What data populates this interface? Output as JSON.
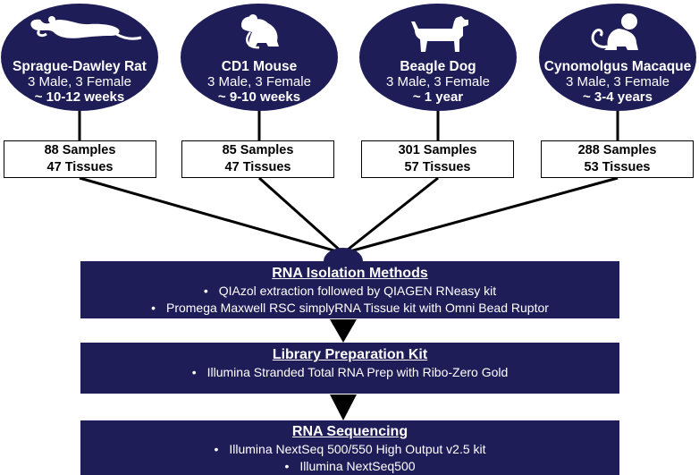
{
  "colors": {
    "navy": "#1f1d57",
    "line": "#000000",
    "box_bg": "#ffffff"
  },
  "species": [
    {
      "name": "Sprague-Dawley Rat",
      "sex": "3 Male, 3 Female",
      "age": "~ 10-12 weeks",
      "icon": "rat-icon",
      "samples": "88 Samples",
      "tissues": "47 Tissues"
    },
    {
      "name": "CD1 Mouse",
      "sex": "3 Male, 3 Female",
      "age": "~ 9-10 weeks",
      "icon": "mouse-icon",
      "samples": "85 Samples",
      "tissues": "47 Tissues"
    },
    {
      "name": "Beagle Dog",
      "sex": "3 Male, 3 Female",
      "age": "~ 1 year",
      "icon": "dog-icon",
      "samples": "301 Samples",
      "tissues": "57 Tissues"
    },
    {
      "name": "Cynomolgus Macaque",
      "sex": "3 Male, 3 Female",
      "age": "~ 3-4 years",
      "icon": "monkey-icon",
      "samples": "288 Samples",
      "tissues": "53 Tissues"
    }
  ],
  "steps": [
    {
      "title": "RNA Isolation Methods",
      "bullets": [
        "QIAzol extraction followed by QIAGEN RNeasy kit",
        "Promega Maxwell RSC simplyRNA Tissue kit with Omni Bead Ruptor"
      ]
    },
    {
      "title": "Library Preparation Kit",
      "bullets": [
        "Illumina Stranded Total RNA Prep with Ribo-Zero Gold"
      ]
    },
    {
      "title": "RNA Sequencing",
      "bullets": [
        "Illumina NextSeq 500/550 High Output v2.5 kit",
        "Illumina NextSeq500"
      ]
    }
  ]
}
